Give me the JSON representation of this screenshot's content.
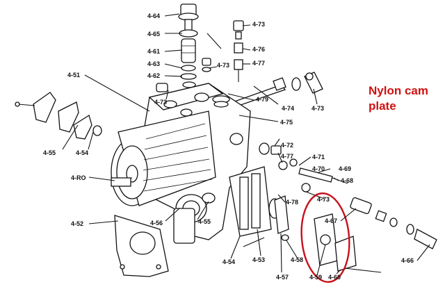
{
  "callout": {
    "line1": "Nylon cam",
    "line2": "plate",
    "color": "#d01010"
  },
  "highlight_color": "#c8101a",
  "labels": [
    "4-64",
    "4-65",
    "4-61",
    "4-63",
    "4-62",
    "4-73",
    "4-51",
    "4-55",
    "4-54",
    "4-RO",
    "4-52",
    "4-56",
    "4-55",
    "4-54",
    "4-53",
    "4-57",
    "4-58",
    "4-59",
    "4-60",
    "4-66",
    "4-67",
    "4-68",
    "4-69",
    "4-70",
    "4-71",
    "4-72",
    "4-77",
    "4-78",
    "4-73",
    "4-79",
    "4-75",
    "4-74",
    "4-73",
    "4-73",
    "4-76",
    "4-77",
    "4-73"
  ]
}
